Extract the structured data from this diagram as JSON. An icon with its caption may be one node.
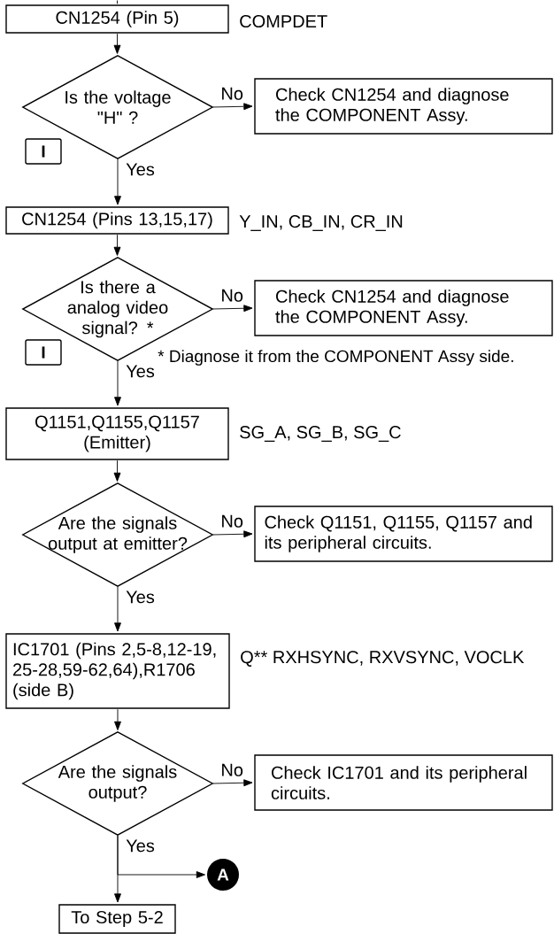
{
  "diagram": {
    "nodes": [
      {
        "text": [
          "CN1254 (Pin 5)"
        ],
        "beside": [
          "COMPDET"
        ]
      },
      {
        "text": [
          "Is the voltage \"H\" ?"
        ]
      },
      {
        "text": [
          "Check CN1254 and diagnose the COMPONENT Assy."
        ]
      },
      {
        "text": [
          "CN1254 (Pins 13,15,17)"
        ],
        "beside": [
          "Y_IN, CB_IN, CR_IN"
        ]
      },
      {
        "text": [
          "Is there a analog video signal? *"
        ]
      },
      {
        "text": [
          "Check CN1254 and diagnose the COMPONENT Assy."
        ]
      },
      {
        "text": [
          "Q1151,Q1155,Q1157 (Emitter)"
        ],
        "beside": [
          "SG_A, SG_B, SG_C"
        ]
      },
      {
        "text": [
          "Are the signals output at emitter?"
        ]
      },
      {
        "text": [
          "Check Q1151, Q1155, Q1157 and its peripheral circuits."
        ]
      },
      {
        "text": [
          "IC1701 (Pins 2,5-8,12-19, 25-28,59-62,64),R1706 (side B)"
        ],
        "beside": [
          "Q** RXHSYNC, RXVSYNC, VOCLK"
        ]
      },
      {
        "text": [
          "Are the signals output?"
        ]
      },
      {
        "text": [
          "Check IC1701 and its peripheral circuits."
        ]
      },
      {
        "text": [
          "A"
        ]
      },
      {
        "text": [
          "To Step 5-2"
        ]
      }
    ],
    "edges": [
      {
        "from": null,
        "to": 0,
        "arrow": "none"
      },
      {
        "from": 0,
        "to": 1,
        "arrow": "to"
      },
      {
        "from": 1,
        "to": 2,
        "arrow": "to",
        "label": "No"
      },
      {
        "from": 1,
        "to": 3,
        "arrow": "to",
        "label": "Yes"
      },
      {
        "from": 3,
        "to": 4,
        "arrow": "to"
      },
      {
        "from": 4,
        "to": 5,
        "arrow": "to",
        "label": "No"
      },
      {
        "from": 4,
        "to": 6,
        "arrow": "to",
        "label": "Yes"
      },
      {
        "from": 6,
        "to": 7,
        "arrow": "to"
      },
      {
        "from": 7,
        "to": 8,
        "arrow": "to",
        "label": "No"
      },
      {
        "from": 7,
        "to": 9,
        "arrow": "to",
        "label": "Yes"
      },
      {
        "from": 9,
        "to": 10,
        "arrow": "to"
      },
      {
        "from": 10,
        "to": 11,
        "arrow": "to",
        "label": "No"
      },
      {
        "from": 10,
        "to": 13,
        "arrow": "to",
        "label": "Yes"
      },
      {
        "from": 10,
        "to": 12,
        "arrow": "to"
      }
    ],
    "labels": [
      "I",
      "I",
      "* Diagnose it from the COMPONENT Assy side."
    ]
  }
}
